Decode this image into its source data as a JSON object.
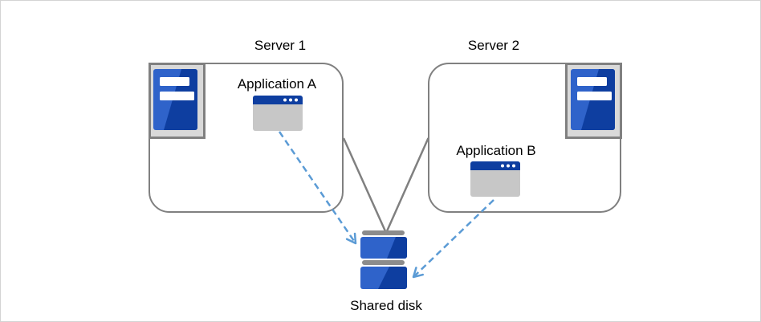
{
  "diagram": {
    "server1": {
      "title": "Server 1",
      "application_label": "Application A"
    },
    "server2": {
      "title": "Server 2",
      "application_label": "Application B"
    },
    "shared_disk": {
      "label": "Shared disk"
    }
  },
  "connections": [
    {
      "from": "server1-box",
      "to": "shared-disk",
      "style": "solid-gray-line"
    },
    {
      "from": "server2-box",
      "to": "shared-disk",
      "style": "solid-gray-line"
    },
    {
      "from": "application-a",
      "to": "shared-disk",
      "style": "dashed-blue-arrow"
    },
    {
      "from": "application-b",
      "to": "shared-disk",
      "style": "dashed-blue-arrow"
    }
  ],
  "icons": {
    "server": "server-tower-icon",
    "application": "application-window-icon",
    "disk": "shared-disk-stack-icon"
  },
  "colors": {
    "blue_light": "#2f63ca",
    "blue_dark": "#0e3ea0",
    "arrow_blue": "#5b9bd5",
    "line_gray": "#808080",
    "frame_fill": "#d9d9d9",
    "app_body": "#c7c7c7",
    "disk_bar": "#8c8c8c",
    "canvas_border": "#d4d4d4",
    "text": "#000000"
  }
}
